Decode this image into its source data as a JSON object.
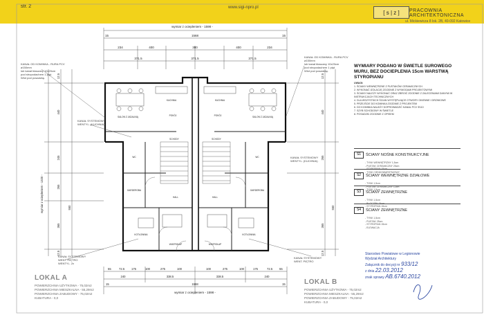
{
  "header": {
    "top_note": "str. 2",
    "url": "www.sigi-npro.pl",
    "logo": "[ s | z ]",
    "firm_name": "PRACOWNIA ARCHITEKTONICZNA",
    "firm_address": "ul. Mickiewicza 8 lok. 2B, 40-092 Katowice"
  },
  "dims": {
    "top_overall": "wymiar z ociepleniem - 1598 -",
    "bottom_overall": "wymiar z ociepleniem - 1598 -",
    "left_overall": "wymiar z ociepleniem - 1320 -",
    "top_row1": [
      "15",
      "1568",
      "15"
    ],
    "top_row2": [
      "234",
      "400",
      "380",
      "400",
      "234"
    ],
    "top_row3": [
      "371.5",
      "371.5",
      "371.5"
    ],
    "left_values": [
      "12.5",
      "440",
      "245",
      "265",
      "550",
      "365",
      "12.5"
    ],
    "right_values": [
      "12.5",
      "440",
      "265",
      "550",
      "365",
      "12.5"
    ],
    "bottom_row1": [
      "55",
      "72.5",
      "175",
      "100",
      "275",
      "100",
      "100",
      "275",
      "100",
      "175",
      "72.5",
      "55"
    ],
    "bottom_row2": [
      "240",
      "338.5",
      "338.5",
      "240"
    ],
    "bottom_row3": [
      "15",
      "1568",
      "15"
    ]
  },
  "room_labels": [
    "SALON Z JADALNIĄ",
    "KUCHNIA",
    "WC",
    "HALL",
    "GARDEROBA",
    "SCHODY",
    "KOTŁOWNIA",
    "WIATROŁAP",
    "POKÓJ"
  ],
  "margin_notes": {
    "left_top": "KANAŁ OD KOMINKA - RURA PCV ø150mm\nlub kanał blaszany 10x20cm\npod stropodachem 1 pięt.\nWlot pod posadzkę.",
    "right_top": "KANAŁ OD KOMINKA - RURA PCV ø150mm\nlub kanał blaszany 10x20cm\npod stropodachem 1 pięt.\nWlot pod posadzkę.",
    "left_mid": "KANAŁ SYSTEMOWY\nWENTYL. (KUCHNIA)",
    "right_mid": "KANAŁ SYSTEMOWY\nWENTYL. (KUCHNIA)",
    "left_bottom": "KANAŁ SYSTEMOWY\nWENT. PIĘTRO\nWENTYL. 2x",
    "right_bottom": "KANAŁ SYSTEMOWY\nWENT. PIĘTRO"
  },
  "legend": {
    "title": "WYMIARY PODANO W ŚWIETLE SUROWEGO MURU, BEZ DOCIEPLENIA 15cm WARSTWĄ STYROPIANU",
    "notes_heading": "UWAGI:",
    "notes": "1. ŚCIANY WEWNĘTRZNE Z PUSTAKÓW CERAMICZNYCH\n2. WYKONAĆ IZOLACJĘ ZGODNIE Z WYMOGAMI PROJEKTOWYMI\n3. ŚCIANY NALEŻY WYKONAĆ ORAZ ZBROIĆ ZGODNIE Z ZALECENIAMI DANYMI W INSTRUKCJACH TECHNICZNYCH\n4. DLA WSZYSTKICH ŚCIAN WYSTĘPUJĄCE OTWORY OKIENNE I DRZWIOWE\n5. PRZEJŚCIE DO KOMINKA ZGODNIE Z PROJEKTEM\n6. DO KOMINKA NALEŻY DOPROWADZIĆ KANAŁ PCV Φ110\n7. SZYB SCHODOWY W ŚWIETLE\n8. POSADZKI ZGODNIE Z OPISEM",
    "items": [
      {
        "tag": "S1",
        "name": "ŚCIANY NOŚNE KONSTRUKCYJNE",
        "layers": "- TYNK WEWNĘTRZNY 1,5cm\n- PUSTAK CERAMICZNY 25cm\n- STYROPIAN 15cm\n- TYNK CIENKOWARSTWOWY"
      },
      {
        "tag": "S2",
        "name": "ŚCIANY WEWNĘTRZNE DZIAŁOWE",
        "layers": "- TYNK 1,5cm\n- PUSTAK CERAMICZNY 12cm\n- TYNK 1,5cm"
      },
      {
        "tag": "S3",
        "name": "ŚCIANY ZEWNĘTRZNE",
        "layers": "- TYNK 1,5cm\n- BLOCZEK 24cm\n- STYROPIAN 15cm"
      },
      {
        "tag": "S4",
        "name": "ŚCIANY ZEWNĘTRZNE",
        "layers": "- TYNK 1,5cm\n- PUSTAK 25cm\n- STYROPIAN 15cm\n- ELEWACJA"
      }
    ]
  },
  "lokal_a": {
    "title": "LOKAL A",
    "stats": "POWIERZCHNIA UŻYTKOWA - 75,02m2\nPOWIERZCHNIA MIESZKALNA - 55,29m2\nPOWIERZCHNIA ZABUDOWY - 75,02m2\nKUBATURA - 0,0"
  },
  "lokal_b": {
    "title": "LOKAL B",
    "stats": "POWIERZCHNIA UŻYTKOWA - 75,02m2\nPOWIERZCHNIA MIESZKALNA - 55,29m2\nPOWIERZCHNIA ZABUDOWY - 75,02m2\nKUBATURA - 0,0"
  },
  "stamp": {
    "line1": "Starostwo Powiatowe w Legionowie",
    "line2": "Wydział Architektury",
    "line3": "Załącznik do decyzji nr",
    "handwriting1": "933/12",
    "line4": "z dnia",
    "handwriting2": "22.03.2012",
    "line5": "znak sprawy",
    "handwriting3": "AB.6740.2012"
  }
}
